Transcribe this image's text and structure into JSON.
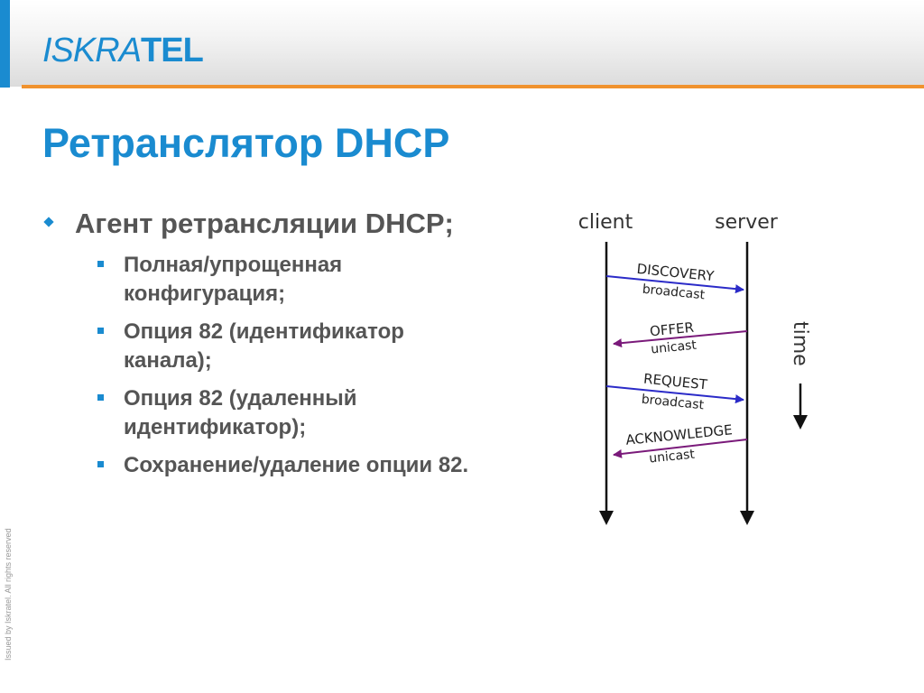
{
  "brand": {
    "logo_part1": "ISKRA",
    "logo_part2": "TEL"
  },
  "slide": {
    "title": "Ретранслятор DHCP",
    "bullet": "Агент ретрансляции DHCP;",
    "sub_items": [
      {
        "line1": "Полная/упрощенная",
        "line2": "конфигурация;"
      },
      {
        "line1": "Опция 82 (идентификатор",
        "line2": "канала);"
      },
      {
        "line1": "Опция 82 (удаленный",
        "line2": "идентификатор);"
      },
      {
        "line1": "Сохранение/удаление опции 82.",
        "line2": ""
      }
    ]
  },
  "diagram": {
    "client_label": "client",
    "server_label": "server",
    "time_label": "time",
    "messages": [
      {
        "name": "DISCOVERY",
        "mode": "broadcast",
        "direction": "client-to-server",
        "color": "#2b2bc8"
      },
      {
        "name": "OFFER",
        "mode": "unicast",
        "direction": "server-to-client",
        "color": "#7a1a7a"
      },
      {
        "name": "REQUEST",
        "mode": "broadcast",
        "direction": "client-to-server",
        "color": "#2b2bc8"
      },
      {
        "name": "ACKNOWLEDGE",
        "mode": "unicast",
        "direction": "server-to-client",
        "color": "#7a1a7a"
      }
    ]
  },
  "footer": {
    "text": "Issued by Iskratel. All rights reserved"
  },
  "colors": {
    "brand_blue": "#1a8bd0",
    "orange": "#f0922e",
    "body_text": "#555555"
  }
}
